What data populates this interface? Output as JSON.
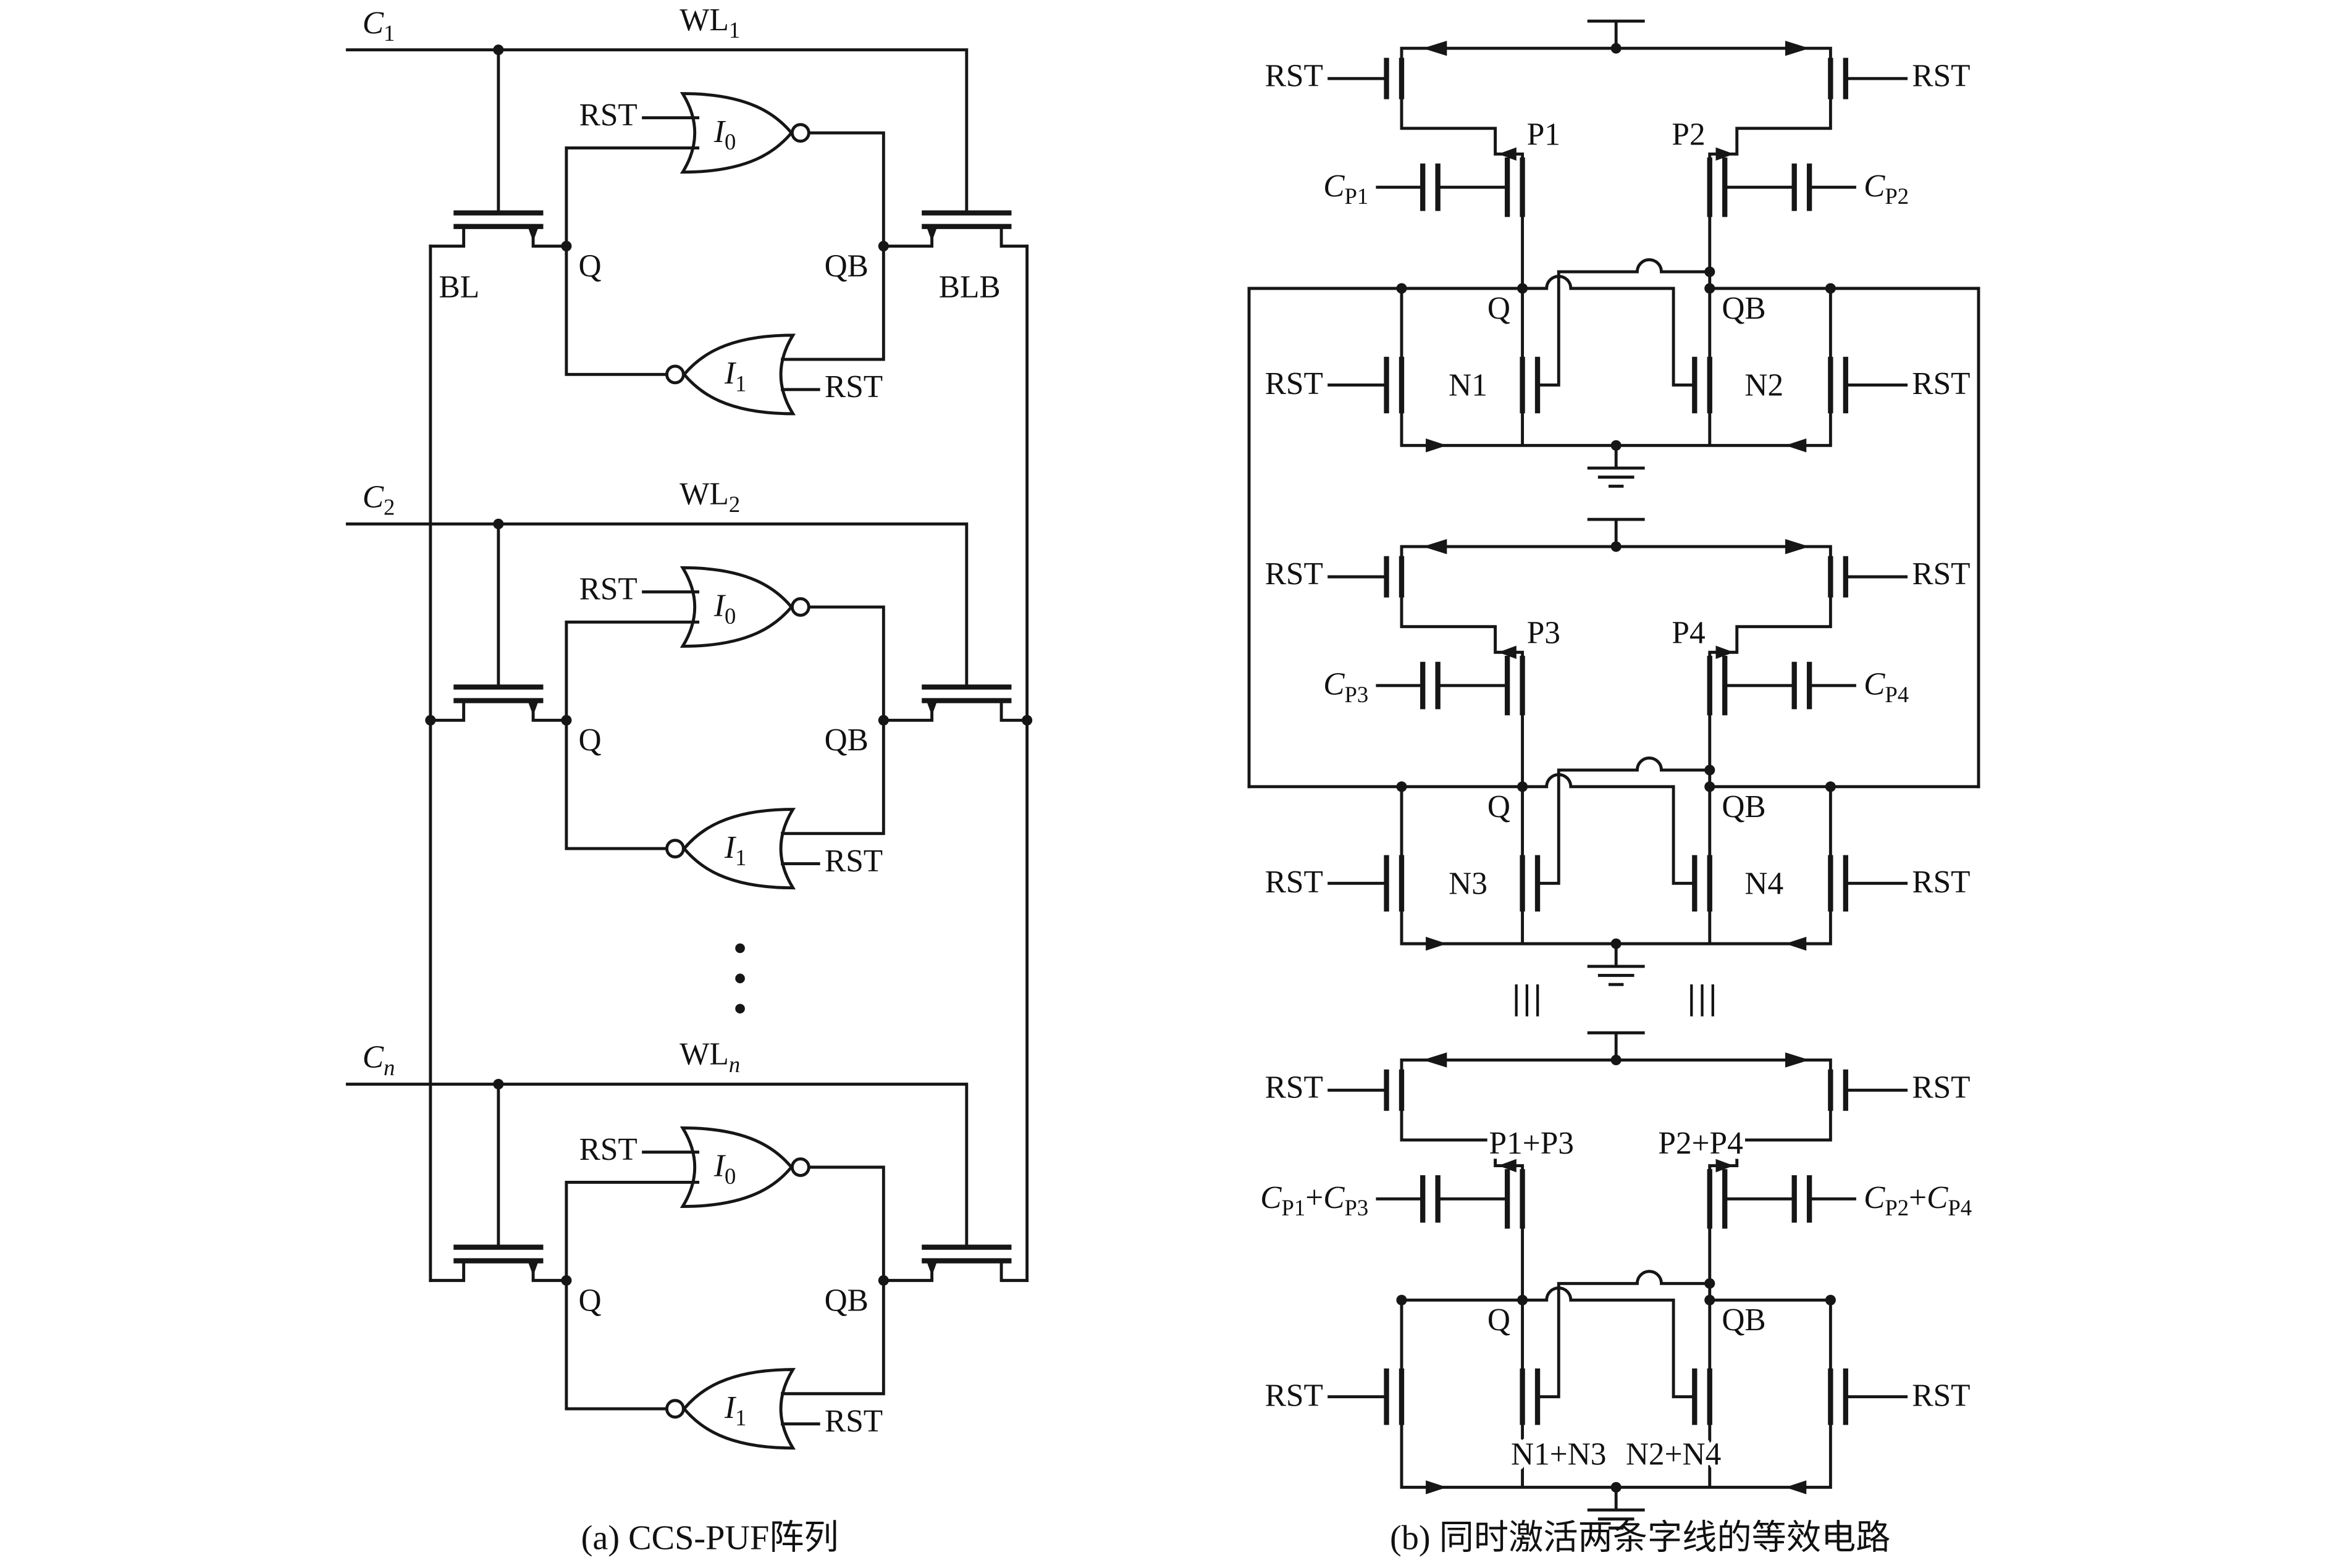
{
  "panel_a": {
    "caption": "(a) CCS-PUF阵列",
    "bl": "BL",
    "blb": "BLB",
    "cells": [
      {
        "cap": {
          "base": "C",
          "sub": "1"
        },
        "wl": {
          "base": "WL",
          "sub": "1"
        },
        "rst_top": "RST",
        "rst_bot": "RST",
        "inv_top": {
          "base": "I",
          "sub": "0"
        },
        "inv_bot": {
          "base": "I",
          "sub": "1"
        },
        "q": "Q",
        "qb": "QB"
      },
      {
        "cap": {
          "base": "C",
          "sub": "2"
        },
        "wl": {
          "base": "WL",
          "sub": "2"
        },
        "rst_top": "RST",
        "rst_bot": "RST",
        "inv_top": {
          "base": "I",
          "sub": "0"
        },
        "inv_bot": {
          "base": "I",
          "sub": "1"
        },
        "q": "Q",
        "qb": "QB"
      },
      {
        "cap": {
          "base": "C",
          "sub": "n"
        },
        "wl": {
          "base": "WL",
          "sub": "n"
        },
        "rst_top": "RST",
        "rst_bot": "RST",
        "inv_top": {
          "base": "I",
          "sub": "0"
        },
        "inv_bot": {
          "base": "I",
          "sub": "1"
        },
        "q": "Q",
        "qb": "QB"
      }
    ]
  },
  "panel_b": {
    "caption": "(b) 同时激活两条字线的等效电路",
    "equiv_marks": "|||",
    "blocks": [
      {
        "rst_tl": "RST",
        "rst_tr": "RST",
        "rst_bl": "RST",
        "rst_br": "RST",
        "p_left": "P1",
        "p_right": "P2",
        "cap_left": {
          "base": "C",
          "sub": "P1"
        },
        "cap_right": {
          "base": "C",
          "sub": "P2"
        },
        "q": "Q",
        "qb": "QB",
        "n_left": "N1",
        "n_right": "N2"
      },
      {
        "rst_tl": "RST",
        "rst_tr": "RST",
        "rst_bl": "RST",
        "rst_br": "RST",
        "p_left": "P3",
        "p_right": "P4",
        "cap_left": {
          "base": "C",
          "sub": "P3"
        },
        "cap_right": {
          "base": "C",
          "sub": "P4"
        },
        "q": "Q",
        "qb": "QB",
        "n_left": "N3",
        "n_right": "N4"
      },
      {
        "rst_tl": "RST",
        "rst_tr": "RST",
        "rst_bl": "RST",
        "rst_br": "RST",
        "p_left": "P1+P3",
        "p_right": "P2+P4",
        "cap_left": {
          "b1": "C",
          "s1": "P1",
          "op": "+",
          "b2": "C",
          "s2": "P3"
        },
        "cap_right": {
          "b1": "C",
          "s1": "P2",
          "op": "+",
          "b2": "C",
          "s2": "P4"
        },
        "q": "Q",
        "qb": "QB",
        "n_left": "N1+N3",
        "n_right": "N2+N4"
      }
    ]
  }
}
